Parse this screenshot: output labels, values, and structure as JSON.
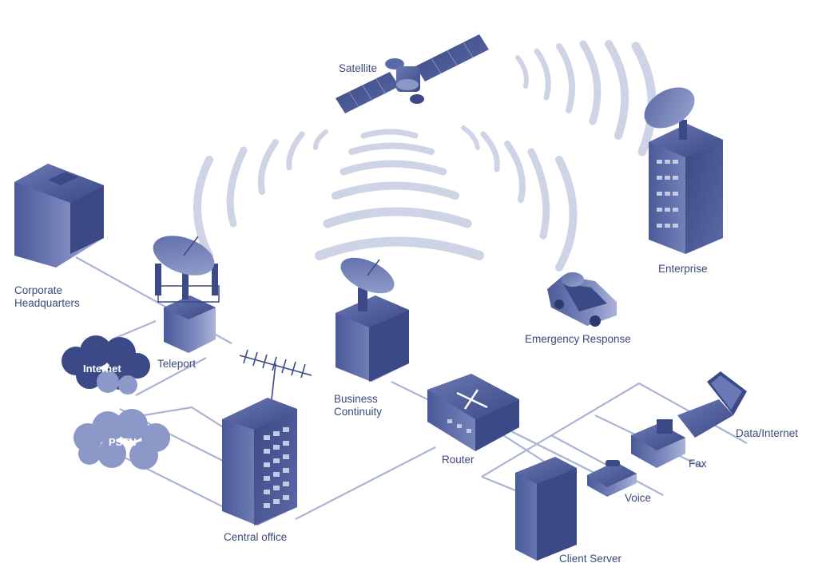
{
  "colors": {
    "device_dark": "#3b4a86",
    "device_mid": "#5a6aa8",
    "device_light": "#8c98c8",
    "wire": "#a9b4d3",
    "wave": "#cfd3e6",
    "label": "#3b4a7a"
  },
  "nodes": {
    "satellite": "Satellite",
    "corporate_hq_line1": "Corporate",
    "corporate_hq_line2": "Headquarters",
    "teleport": "Teleport",
    "internet": "Internet",
    "pstn": "PSTN",
    "central_office": "Central office",
    "business_continuity_line1": "Business",
    "business_continuity_line2": "Continuity",
    "router": "Router",
    "emergency_response": "Emergency Response",
    "enterprise": "Enterprise",
    "data_internet": "Data/Internet",
    "fax": "Fax",
    "voice": "Voice",
    "client_server": "Client Server"
  }
}
